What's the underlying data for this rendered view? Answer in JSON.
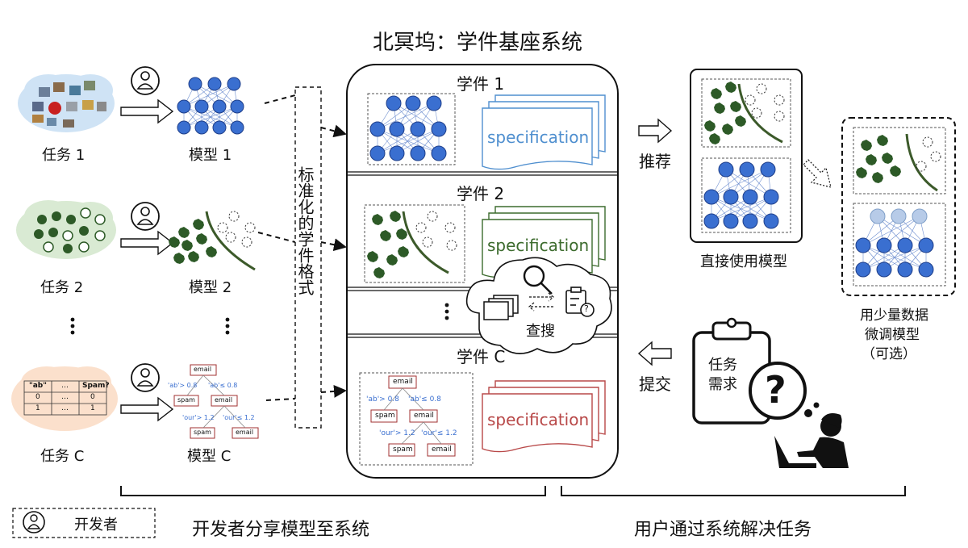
{
  "title": "北冥坞：学件基座系统",
  "developers": {
    "tasks": [
      "任务 1",
      "任务 2",
      "任务 C"
    ],
    "models": [
      "模型 1",
      "模型 2",
      "模型 C"
    ],
    "ellipsis": "⋮",
    "table": {
      "headers": [
        "\"ab\"",
        "…",
        "Spam?"
      ],
      "rows": [
        [
          "0",
          "…",
          "0"
        ],
        [
          "1",
          "…",
          "1"
        ]
      ]
    },
    "tree": {
      "root": "email",
      "left_cond": "'ab'> 0.8",
      "right_cond": "'ab'≤ 0.8",
      "left_leaf": "spam",
      "mid_node": "email",
      "mid_left_cond": "'our'> 1.2",
      "mid_right_cond": "'our'≤ 1.2",
      "bottom_left": "spam",
      "bottom_right": "email"
    },
    "standard_format": "标准化的学件格式"
  },
  "market": {
    "items": [
      "学件 1",
      "学件 2",
      "学件 C"
    ],
    "spec_label": "specification",
    "ellipsis": "⋮",
    "search_label": "查搜"
  },
  "users": {
    "recommend_label": "推荐",
    "direct_use_label": "直接使用模型",
    "finetune_label_lines": [
      "用少量数据",
      "微调模型",
      "（可选）"
    ],
    "submit_label": "提交",
    "requirement_label_lines": [
      "任务",
      "需求"
    ]
  },
  "legend": {
    "label": "开发者"
  },
  "captions": {
    "left": "开发者分享模型至系统",
    "right": "用户通过系统解决任务"
  },
  "colors": {
    "blue_node": "#3a6fd0",
    "blue_node_stroke": "#1f3f8a",
    "green_dark": "#2d5a27",
    "green_line": "#3c5a2a",
    "spec_blue": "#4f8fcf",
    "spec_green": "#3c6b2d",
    "spec_red": "#b84848",
    "light_blue_node": "#b7cbe8"
  }
}
